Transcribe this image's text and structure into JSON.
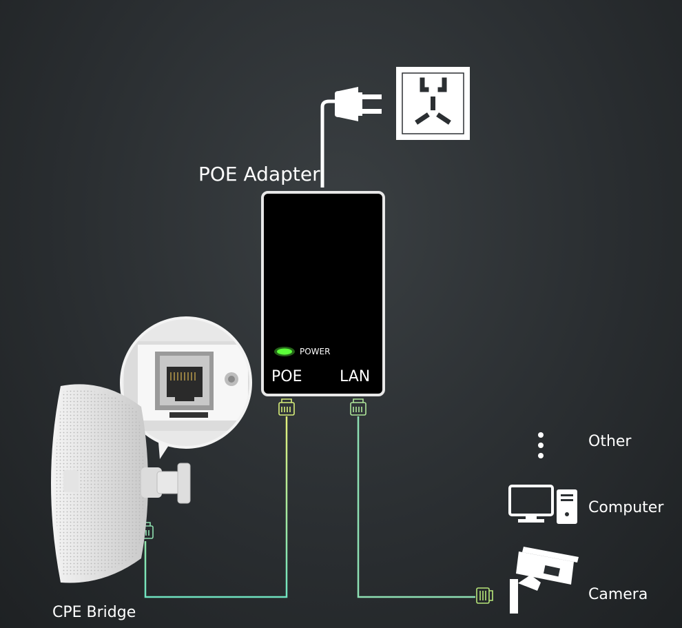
{
  "diagram": {
    "title": "POE Adapter",
    "adapter": {
      "power_indicator": "POWER",
      "port_poe": "POE",
      "port_lan": "LAN",
      "led_color": "#5cff3a"
    },
    "devices": {
      "cpe_bridge": "CPE Bridge",
      "other": "Other",
      "computer": "Computer",
      "camera": "Camera"
    },
    "colors": {
      "poe_cable": "#d8ef7a",
      "lan_cable": "#6fe3c0"
    }
  }
}
